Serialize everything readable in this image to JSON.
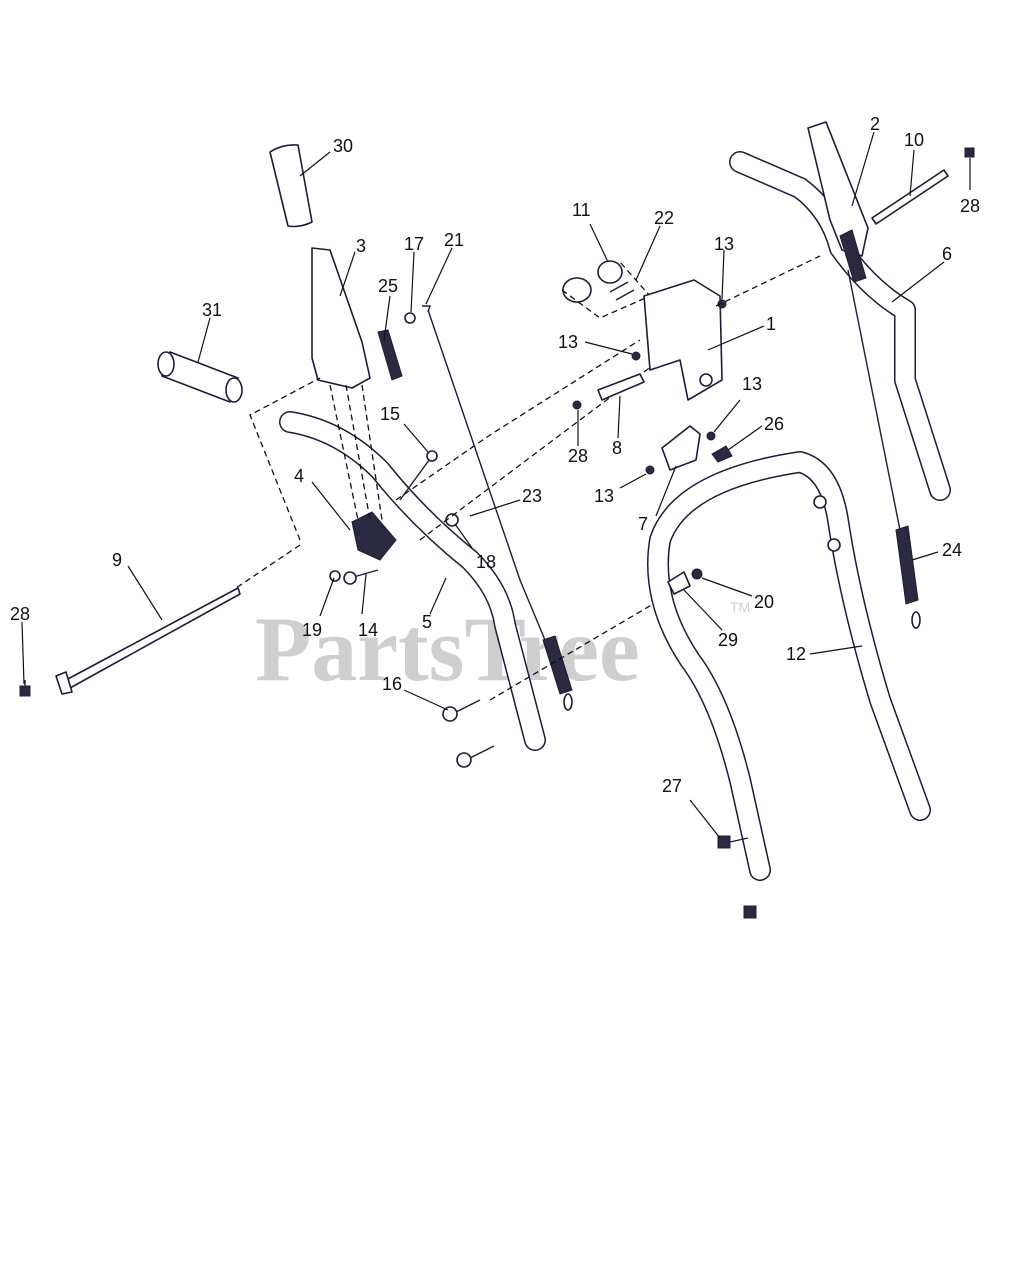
{
  "watermark": {
    "text": "PartsTree",
    "tm": "TM"
  },
  "callouts": [
    "30",
    "3",
    "17",
    "21",
    "25",
    "31",
    "15",
    "4",
    "19",
    "14",
    "5",
    "18",
    "23",
    "9",
    "28",
    "16",
    "11",
    "22",
    "13",
    "1",
    "13",
    "28",
    "8",
    "13",
    "26",
    "13",
    "7",
    "2",
    "10",
    "28",
    "6",
    "24",
    "20",
    "29",
    "12",
    "27"
  ]
}
